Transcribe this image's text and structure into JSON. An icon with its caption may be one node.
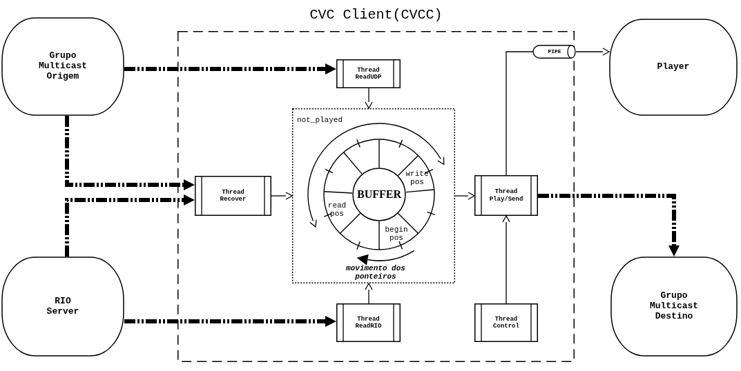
{
  "diagram": {
    "nodes": [
      {
        "text": [
          "CVC Client(CVCC)"
        ]
      },
      {
        "text": [
          "Grupo Multicast Origem"
        ]
      },
      {
        "text": [
          "RIO Server"
        ]
      },
      {
        "text": [
          "Player"
        ]
      },
      {
        "text": [
          "Grupo Multicast Destino"
        ]
      },
      {
        "text": [
          "Thread ReadUDP"
        ],
        "in": 0
      },
      {
        "text": [
          "Thread Recover"
        ],
        "in": 0
      },
      {
        "text": [],
        "shape": "box",
        "in": 0
      },
      {
        "text": [
          "BUFFER"
        ],
        "in": 7
      },
      {
        "text": [
          "Thread Play/Send"
        ],
        "in": 0
      },
      {
        "text": [
          "PIPE"
        ],
        "in": 0
      },
      {
        "text": [
          "Thread ReadRIO"
        ],
        "in": 0
      },
      {
        "text": [
          "Thread Control"
        ],
        "in": 0
      }
    ],
    "edges": [
      {
        "from": 1,
        "to": 5,
        "arrow": "to",
        "style": "dashed"
      },
      {
        "from": 1,
        "to": 6,
        "arrow": "to",
        "style": "dashed"
      },
      {
        "from": 2,
        "to": 6,
        "arrow": "to",
        "style": "dashed"
      },
      {
        "from": 2,
        "to": 11,
        "arrow": "to",
        "style": "dashed"
      },
      {
        "from": 9,
        "to": 4,
        "arrow": "to",
        "style": "dashed"
      },
      {
        "from": 5,
        "to": 7,
        "arrow": "to"
      },
      {
        "from": 6,
        "to": 7,
        "arrow": "to"
      },
      {
        "from": 11,
        "to": 7,
        "arrow": "to"
      },
      {
        "from": 7,
        "to": 9,
        "arrow": "to"
      },
      {
        "from": 12,
        "to": 9,
        "arrow": "to"
      },
      {
        "from": 9,
        "to": 10,
        "arrow": "none"
      },
      {
        "from": 10,
        "to": 3,
        "arrow": "to"
      }
    ],
    "labels": [
      "not_played",
      "write pos",
      "read pos",
      "begin pos",
      "movimento dos ponteiros"
    ]
  }
}
